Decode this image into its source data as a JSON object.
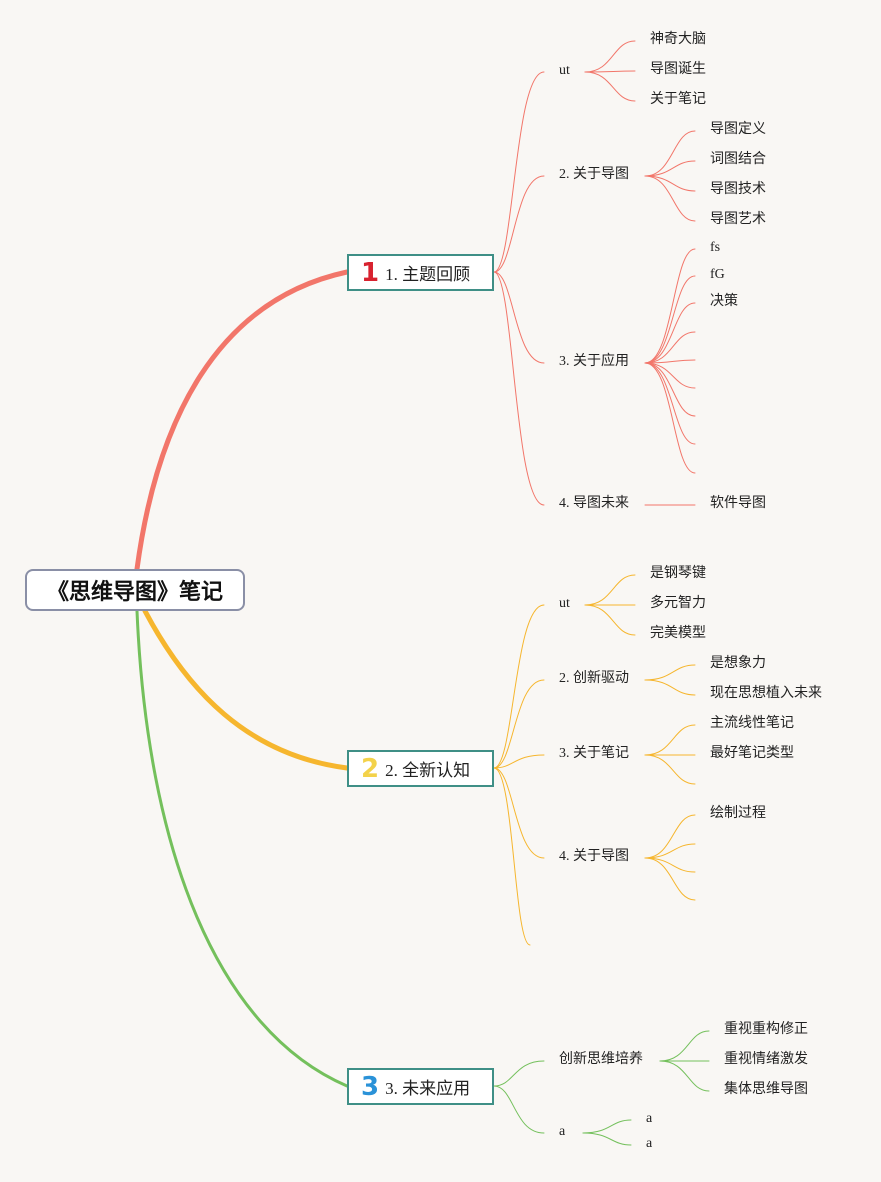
{
  "root": {
    "title": "《思维导图》笔记"
  },
  "branches": [
    {
      "badge": "1",
      "label": "1. 主题回顾",
      "color": "#f2766a",
      "badge_color": "#d8222f",
      "subs": [
        {
          "label": "ut",
          "leaves": [
            "神奇大脑",
            "导图诞生",
            "关于笔记"
          ]
        },
        {
          "label": "2. 关于导图",
          "leaves": [
            "导图定义",
            "词图结合",
            "导图技术",
            "导图艺术"
          ]
        },
        {
          "label": "3. 关于应用",
          "leaves": [
            "fs",
            "fG",
            "决策",
            "",
            "",
            "",
            "",
            "",
            ""
          ]
        },
        {
          "label": "4. 导图未来",
          "leaves": [
            "软件导图"
          ]
        }
      ]
    },
    {
      "badge": "2",
      "label": "2. 全新认知",
      "color": "#f6b62e",
      "badge_color": "#f3d24a",
      "subs": [
        {
          "label": "ut",
          "leaves": [
            "是钢琴键",
            "多元智力",
            "完美模型"
          ]
        },
        {
          "label": "2. 创新驱动",
          "leaves": [
            "是想象力",
            "现在思想植入未来"
          ]
        },
        {
          "label": "3. 关于笔记",
          "leaves": [
            "主流线性笔记",
            "最好笔记类型",
            ""
          ]
        },
        {
          "label": "4. 关于导图",
          "leaves": [
            "绘制过程",
            "",
            "",
            ""
          ]
        },
        {
          "label": "",
          "leaves": []
        }
      ]
    },
    {
      "badge": "3",
      "label": "3. 未来应用",
      "color": "#74c05c",
      "badge_color": "#2a92d8",
      "subs": [
        {
          "label": "创新思维培养",
          "leaves": [
            "重视重构修正",
            "重视情绪激发",
            "集体思维导图"
          ]
        },
        {
          "label": "a",
          "leaves": [
            "a",
            "a"
          ]
        }
      ]
    }
  ]
}
